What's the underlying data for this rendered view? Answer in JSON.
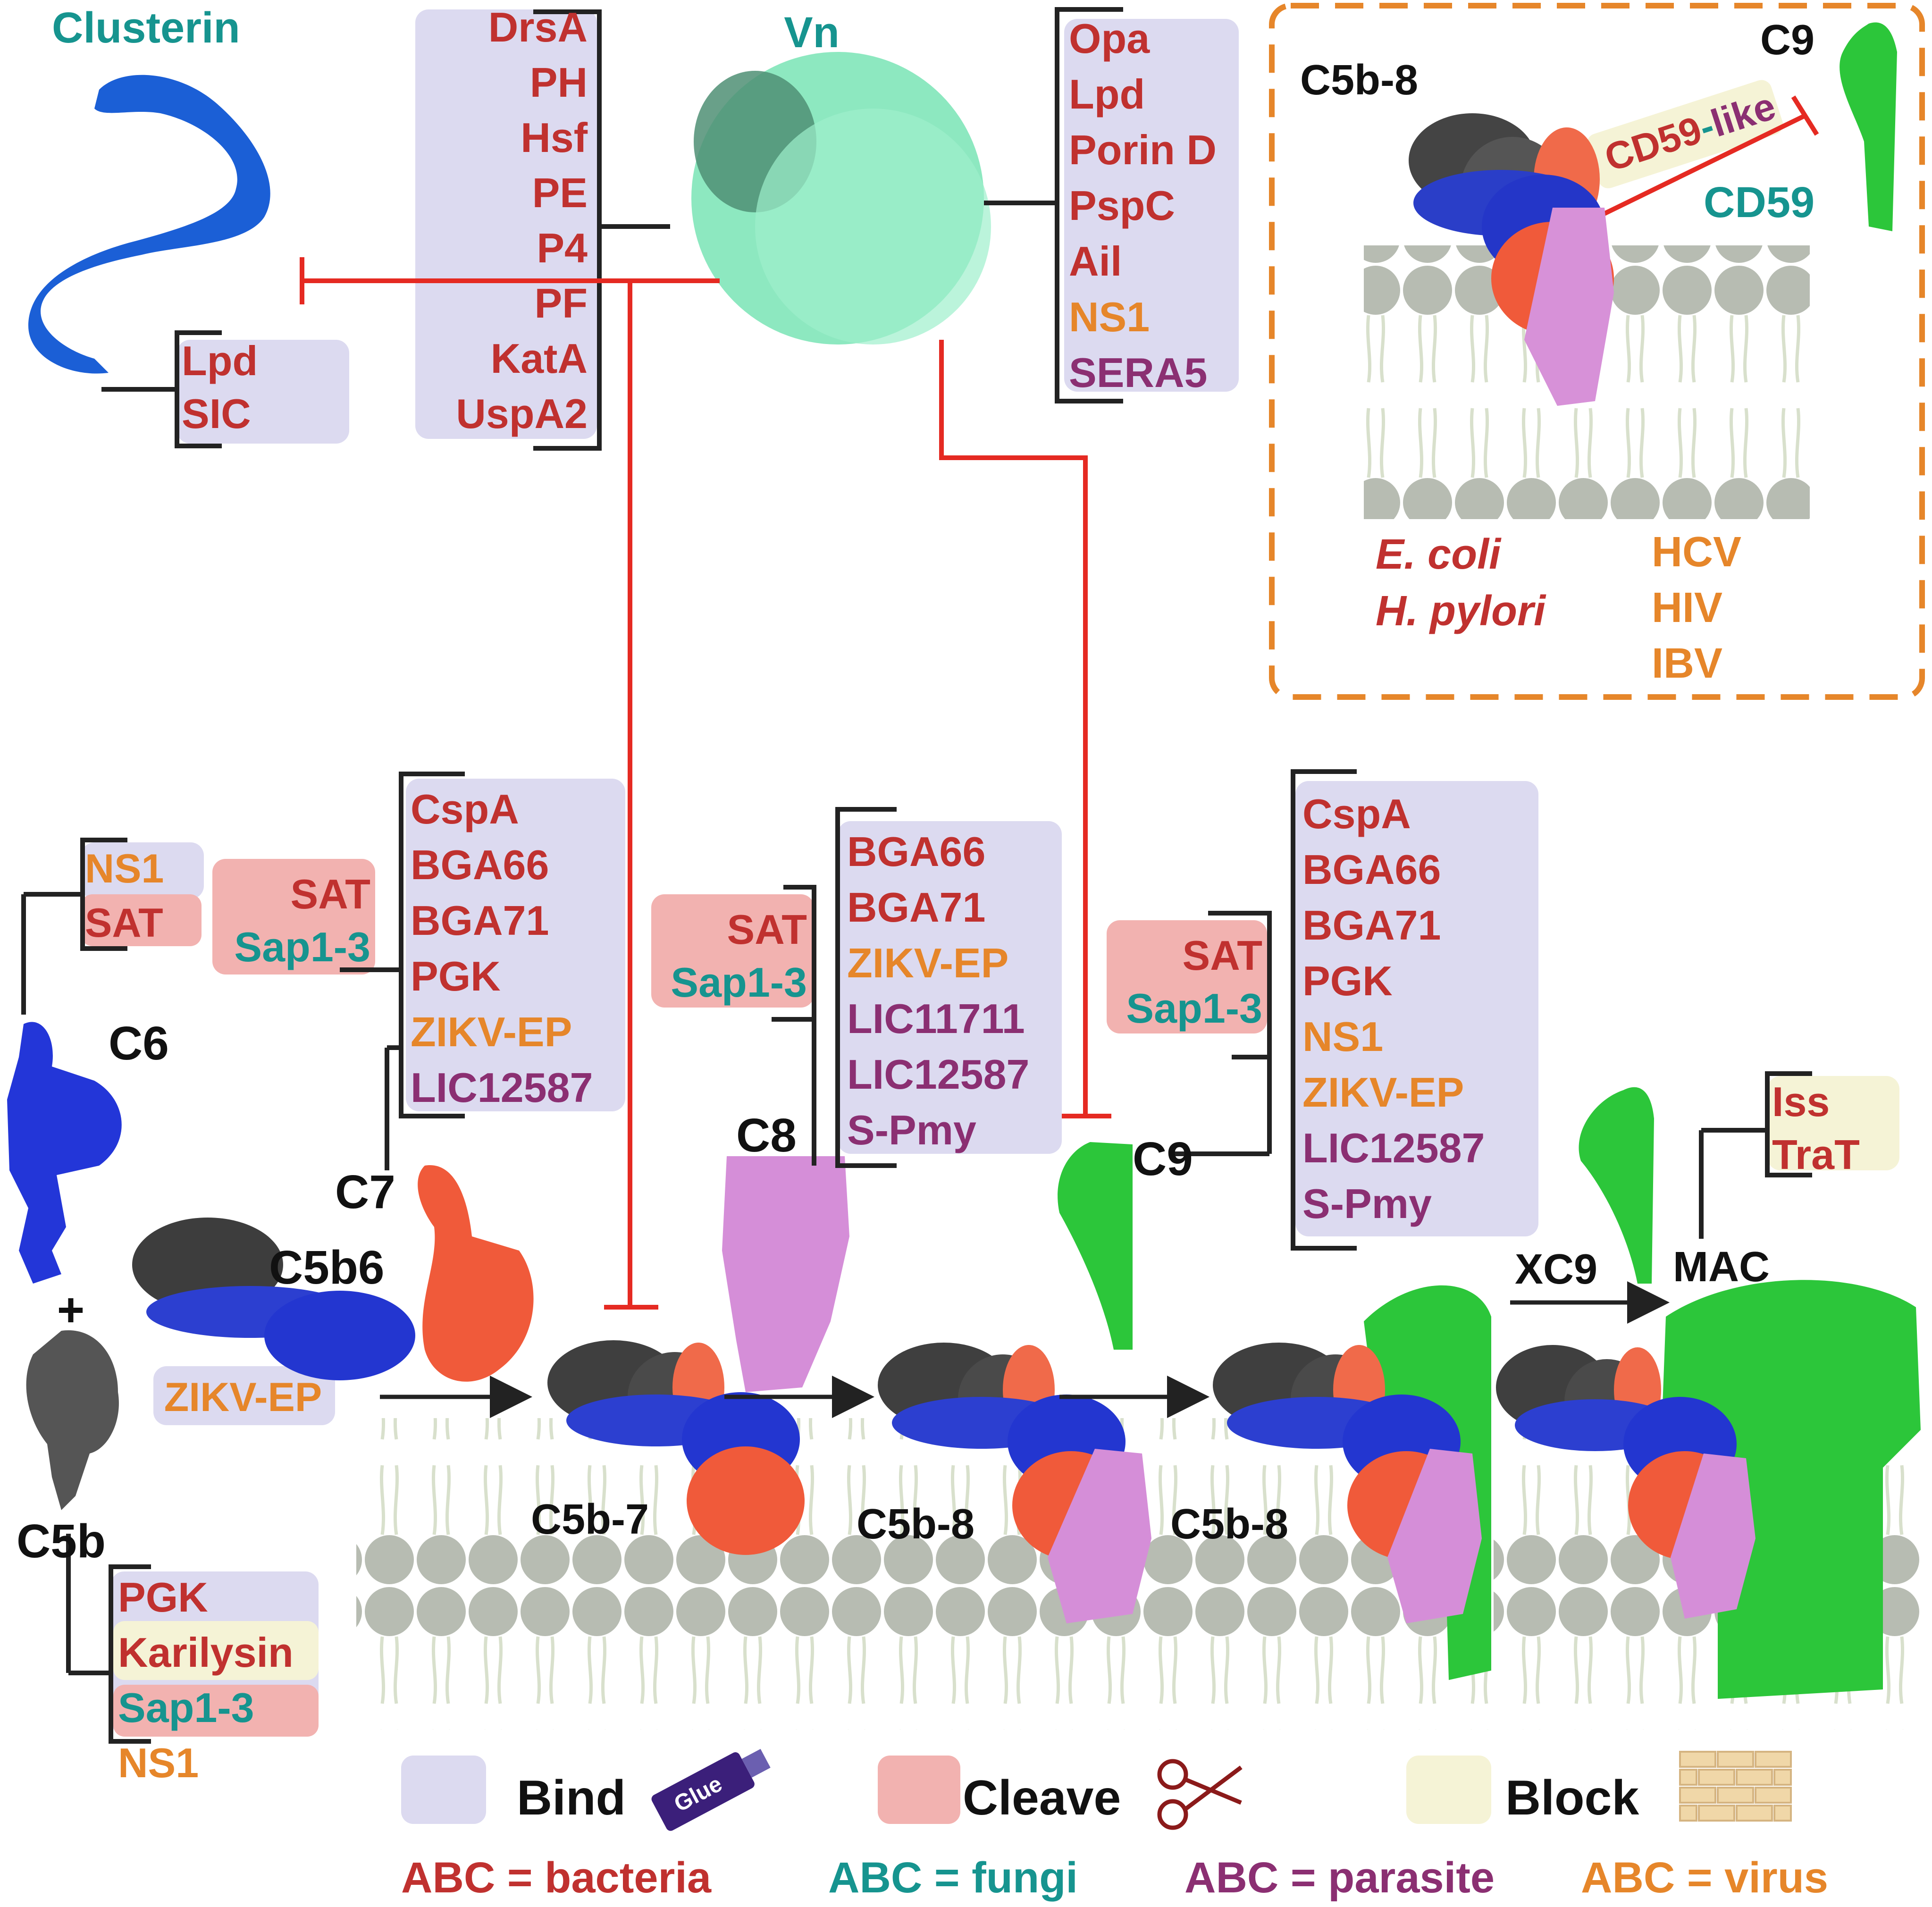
{
  "colors": {
    "bacteria": "#c0312f",
    "fungi": "#16948f",
    "parasite": "#8b2f72",
    "virus": "#e6862a",
    "label": "#111111",
    "inhibit": "#e52a22",
    "bind_bg": "#dcdaf0",
    "cleave_bg": "#f2b2b0",
    "block_bg": "#f5f3d6",
    "inset_border": "#e6862a",
    "membrane": "#b8bdb0"
  },
  "labels": {
    "clusterin": "Clusterin",
    "vn": "Vn",
    "c6": "C6",
    "c7": "C7",
    "c8": "C8",
    "c9": "C9",
    "c5b": "C5b",
    "c5b6": "C5b6",
    "c5b7": "C5b-7",
    "c5b8_a": "C5b-8",
    "c5b8_b": "C5b-8",
    "plus": "+",
    "xc9": "XC9",
    "mac": "MAC"
  },
  "clusterin_binders": [
    {
      "text": "Lpd",
      "org": "bacteria"
    },
    {
      "text": "SIC",
      "org": "bacteria"
    }
  ],
  "vn_binders_left": [
    {
      "text": "DrsA",
      "org": "bacteria"
    },
    {
      "text": "PH",
      "org": "bacteria"
    },
    {
      "text": "Hsf",
      "org": "bacteria"
    },
    {
      "text": "PE",
      "org": "bacteria"
    },
    {
      "text": "P4",
      "org": "bacteria"
    },
    {
      "text": "PF",
      "org": "bacteria"
    },
    {
      "text": "KatA",
      "org": "bacteria"
    },
    {
      "text": "UspA2",
      "org": "bacteria"
    }
  ],
  "vn_binders_right": [
    {
      "text": "Opa",
      "org": "bacteria"
    },
    {
      "text": "Lpd",
      "org": "bacteria"
    },
    {
      "text": "Porin D",
      "org": "bacteria"
    },
    {
      "text": "PspC",
      "org": "bacteria"
    },
    {
      "text": "Ail",
      "org": "bacteria"
    },
    {
      "text": "NS1",
      "org": "virus"
    },
    {
      "text": "SERA5",
      "org": "parasite"
    }
  ],
  "inset": {
    "c5b8": "C5b-8",
    "c9": "C9",
    "cd59": "CD59",
    "cd59like_a": "CD59",
    "cd59like_sep": "-",
    "cd59like_b": "like",
    "bacteria": [
      "E. coli",
      "H. pylori"
    ],
    "viruses": [
      "HCV",
      "HIV",
      "IBV"
    ]
  },
  "c6_bind": [
    {
      "text": "NS1",
      "org": "virus"
    }
  ],
  "c6_cleave": [
    {
      "text": "SAT",
      "org": "bacteria"
    }
  ],
  "c7_cleave": [
    {
      "text": "SAT",
      "org": "bacteria"
    },
    {
      "text": "Sap1-3",
      "org": "fungi"
    }
  ],
  "c7_bind": [
    {
      "text": "CspA",
      "org": "bacteria"
    },
    {
      "text": "BGA66",
      "org": "bacteria"
    },
    {
      "text": "BGA71",
      "org": "bacteria"
    },
    {
      "text": "PGK",
      "org": "bacteria"
    },
    {
      "text": "ZIKV-EP",
      "org": "virus"
    },
    {
      "text": "LIC12587",
      "org": "parasite"
    }
  ],
  "c8_cleave": [
    {
      "text": "SAT",
      "org": "bacteria"
    },
    {
      "text": "Sap1-3",
      "org": "fungi"
    }
  ],
  "c8_bind": [
    {
      "text": "BGA66",
      "org": "bacteria"
    },
    {
      "text": "BGA71",
      "org": "bacteria"
    },
    {
      "text": "ZIKV-EP",
      "org": "virus"
    },
    {
      "text": "LIC11711",
      "org": "parasite"
    },
    {
      "text": "LIC12587",
      "org": "parasite"
    },
    {
      "text": "S-Pmy",
      "org": "parasite"
    }
  ],
  "c9_cleave": [
    {
      "text": "SAT",
      "org": "bacteria"
    },
    {
      "text": "Sap1-3",
      "org": "fungi"
    }
  ],
  "c9_bind": [
    {
      "text": "CspA",
      "org": "bacteria"
    },
    {
      "text": "BGA66",
      "org": "bacteria"
    },
    {
      "text": "BGA71",
      "org": "bacteria"
    },
    {
      "text": "PGK",
      "org": "bacteria"
    },
    {
      "text": "NS1",
      "org": "virus"
    },
    {
      "text": "ZIKV-EP",
      "org": "virus"
    },
    {
      "text": "LIC12587",
      "org": "parasite"
    },
    {
      "text": "S-Pmy",
      "org": "parasite"
    }
  ],
  "c5b6_bind": [
    {
      "text": "ZIKV-EP",
      "org": "virus"
    }
  ],
  "mac_block": [
    {
      "text": "Iss",
      "org": "bacteria"
    },
    {
      "text": "TraT",
      "org": "bacteria"
    }
  ],
  "c5b_modulators": [
    {
      "text": "PGK",
      "org": "bacteria",
      "kind": "bind"
    },
    {
      "text": "Karilysin",
      "org": "bacteria",
      "kind": "block"
    },
    {
      "text": "Sap1-3",
      "org": "fungi",
      "kind": "cleave"
    },
    {
      "text": "NS1",
      "org": "virus",
      "kind": "bind"
    }
  ],
  "legend": {
    "bind": "Bind",
    "cleave": "Cleave",
    "block": "Block",
    "glue": "Glue",
    "keys": [
      {
        "text": "ABC = bacteria",
        "org": "bacteria"
      },
      {
        "text": "ABC = fungi",
        "org": "fungi"
      },
      {
        "text": "ABC = parasite",
        "org": "parasite"
      },
      {
        "text": "ABC = virus",
        "org": "virus"
      }
    ]
  }
}
